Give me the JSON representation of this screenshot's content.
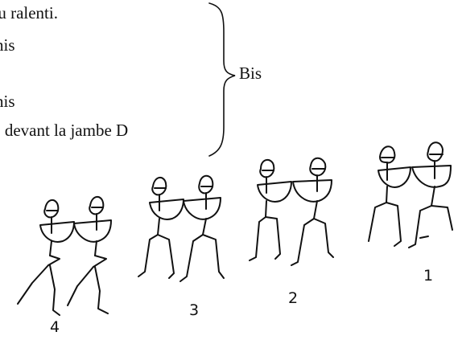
{
  "text_lines": [
    "au ralenti.",
    "nis",
    "nis",
    "\" devant la jambe D"
  ],
  "repeat_label": "Bis",
  "step_numbers": [
    "4",
    "3",
    "2",
    "1"
  ],
  "ink_color": "#111111"
}
